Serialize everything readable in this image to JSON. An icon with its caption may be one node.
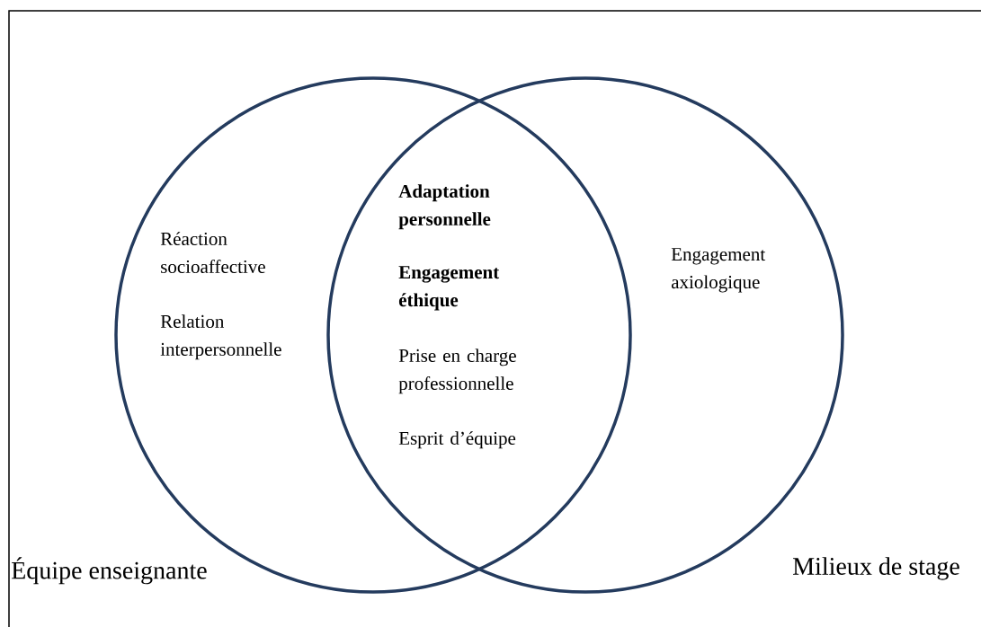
{
  "diagram": {
    "nodes": [
      {
        "text": [
          "Réaction socioaffective",
          "Relation interpersonnelle"
        ],
        "beside": [
          "Équipe enseignante"
        ]
      },
      {
        "text": [
          "Engagement axiologique"
        ],
        "beside": [
          "Milieux de stage"
        ]
      }
    ],
    "labels": [
      "Adaptation personnelle",
      "Engagement éthique",
      "Prise en charge professionnelle",
      "Esprit d’équipe"
    ]
  }
}
